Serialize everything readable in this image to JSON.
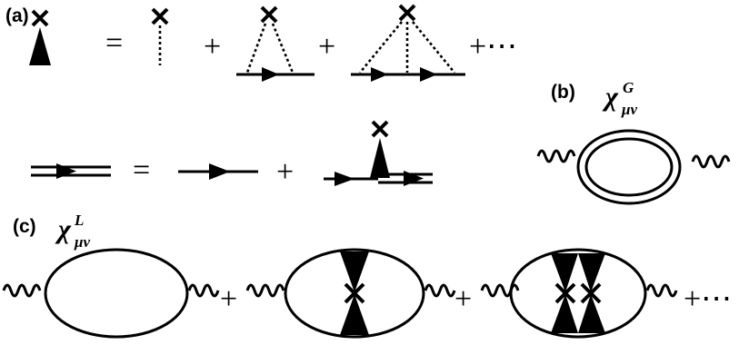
{
  "panels": {
    "a": {
      "label": "(a)",
      "ops": [
        "=",
        "+",
        "+",
        "+⋯",
        "=",
        "+"
      ]
    },
    "b": {
      "label": "(b)",
      "chi_symbol": "χ",
      "chi_sub": "μν",
      "chi_sup": "G"
    },
    "c": {
      "label": "(c)",
      "chi_symbol": "χ",
      "chi_sub": "μν",
      "chi_sup": "L",
      "ops": [
        "+",
        "+",
        "+⋯"
      ]
    }
  },
  "colors": {
    "ink": "#000000",
    "background": "#ffffff"
  }
}
